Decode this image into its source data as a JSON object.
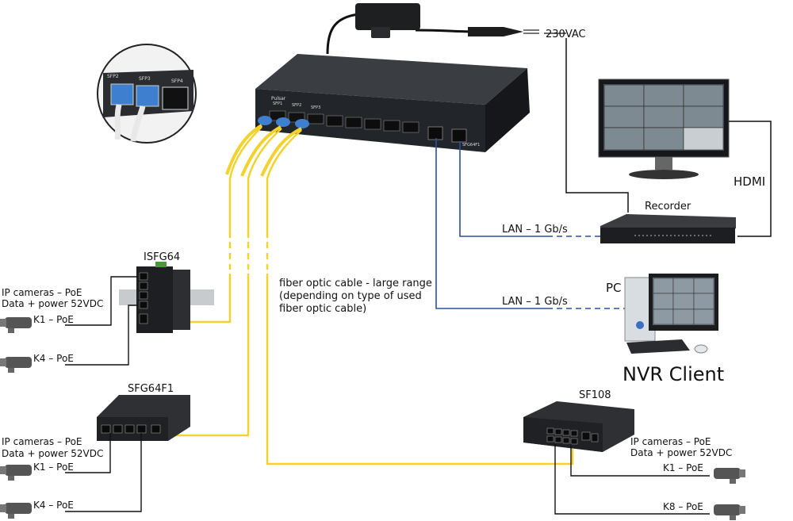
{
  "power": {
    "label": "230VAC"
  },
  "main_switch": {
    "sfp_ports": [
      "SFP1",
      "SFP2",
      "SFP3"
    ],
    "model": "SFG64F1",
    "brand": "Pulsar"
  },
  "inset": {
    "sfp_labels": [
      "SFP2",
      "SFP3",
      "SFP4"
    ]
  },
  "monitor": {
    "label": "HDMI"
  },
  "recorder": {
    "label": "Recorder"
  },
  "lan1": {
    "label": "LAN – 1 Gb/s"
  },
  "lan2": {
    "label": "LAN – 1 Gb/s"
  },
  "pc": {
    "label": "PC",
    "client": "NVR Client"
  },
  "fiber_note": {
    "lines": [
      "fiber optic cable - large range",
      "(depending on type of used",
      "fiber optic cable)"
    ]
  },
  "isfg64": {
    "label": "ISFG64",
    "cameras_line1": "IP cameras – PoE",
    "cameras_line2": "Data + power 52VDC",
    "k_first": "K1 – PoE",
    "k_last": "K4 – PoE"
  },
  "sfg64f1": {
    "label": "SFG64F1",
    "cameras_line1": "IP cameras – PoE",
    "cameras_line2": "Data + power 52VDC",
    "k_first": "K1 – PoE",
    "k_last": "K4 – PoE"
  },
  "sf108": {
    "label": "SF108",
    "cameras_line1": "IP cameras – PoE",
    "cameras_line2": "Data + power 52VDC",
    "k_first": "K1 – PoE",
    "k_last": "K8 – PoE"
  },
  "colors": {
    "fiber": "#f2d22e",
    "lan": "#2b4ea3",
    "cable": "#111111",
    "device": "#2a2d31"
  }
}
